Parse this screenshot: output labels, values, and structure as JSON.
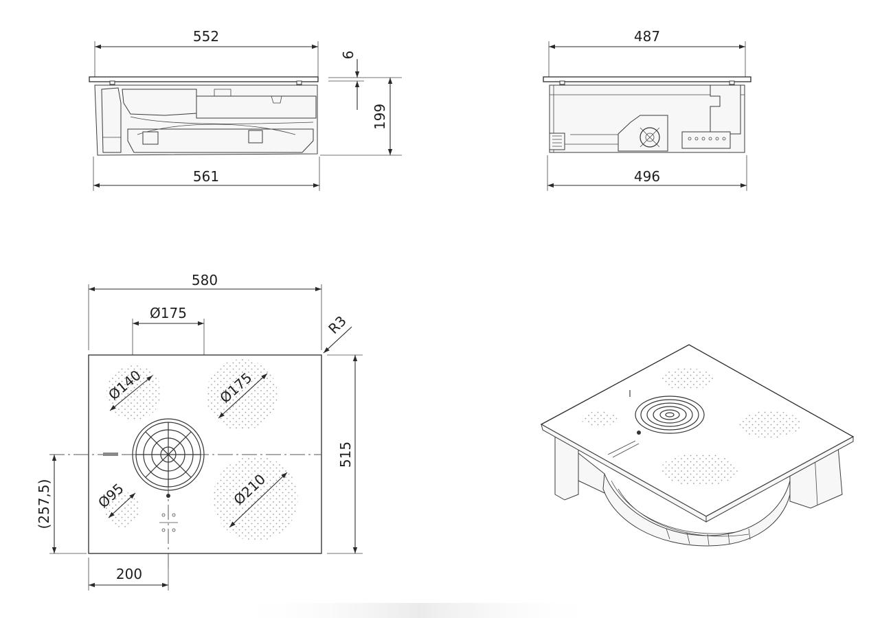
{
  "colors": {
    "line": "#2a2a2a",
    "background": "#ffffff",
    "panel": "#f7f7f7"
  },
  "dimensions": {
    "side_top_width": "552",
    "side_bottom_width": "561",
    "glass_thickness": "6",
    "total_height": "199",
    "front_top_width": "487",
    "front_bottom_width": "496",
    "top_width": "580",
    "top_depth": "515",
    "radius": "R3",
    "vent_diameter": "Ø175",
    "zone_top_left": "Ø140",
    "zone_top_right": "Ø175",
    "zone_bottom_left": "Ø95",
    "zone_bottom_right": "Ø210",
    "center_offset_y": "(257,5)",
    "center_offset_x": "200"
  }
}
